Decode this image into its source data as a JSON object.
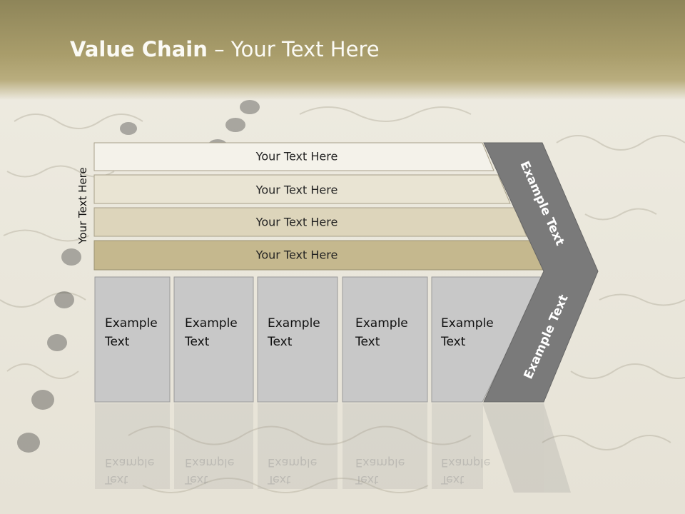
{
  "slide": {
    "title_bold": "Value Chain",
    "title_rest": " – Your Text Here",
    "side_label": "Your Text Here"
  },
  "bars": [
    {
      "label": "Your Text Here",
      "color": "#f4f2ea"
    },
    {
      "label": "Your Text Here",
      "color": "#e9e4d3"
    },
    {
      "label": "Your Text Here",
      "color": "#ddd5bb"
    },
    {
      "label": "Your Text Here",
      "color": "#c5b88e"
    }
  ],
  "boxes": [
    {
      "line1": "Example",
      "line2": "Text"
    },
    {
      "line1": "Example",
      "line2": "Text"
    },
    {
      "line1": "Example",
      "line2": "Text"
    },
    {
      "line1": "Example",
      "line2": "Text"
    },
    {
      "line1": "Example",
      "line2": "Text"
    }
  ],
  "chevron": {
    "upper_label": "Example Text",
    "lower_label": "Example Text",
    "color": "#7a7a7a"
  },
  "colors": {
    "box_fill": "#c8c8c8",
    "header": "#a99d6b"
  }
}
